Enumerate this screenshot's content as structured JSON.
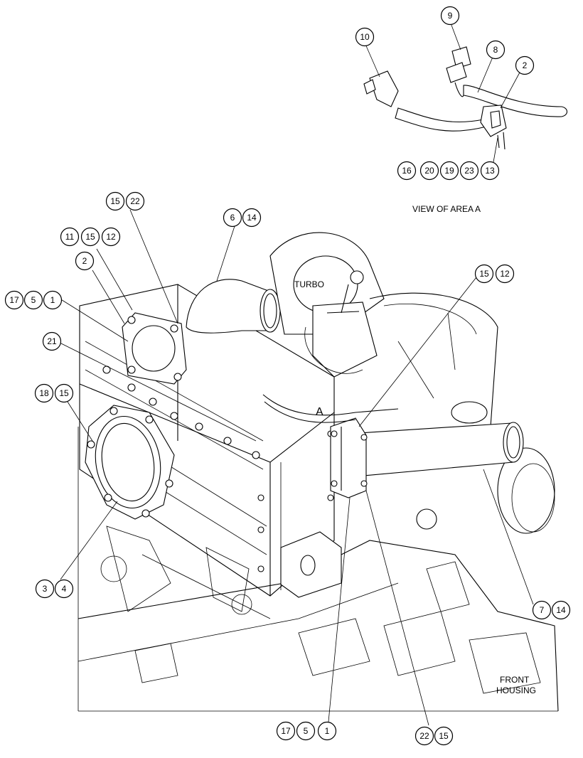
{
  "labels": {
    "view_of_area": "VIEW OF AREA  A",
    "turbo": "TURBO",
    "area_marker": "A",
    "front_housing_line1": "FRONT",
    "front_housing_line2": "HOUSING"
  },
  "callouts": [
    {
      "id": "c9",
      "text": "9"
    },
    {
      "id": "c10",
      "text": "10"
    },
    {
      "id": "c8",
      "text": "8"
    },
    {
      "id": "c2a",
      "text": "2"
    },
    {
      "id": "c16",
      "text": "16"
    },
    {
      "id": "c20",
      "text": "20"
    },
    {
      "id": "c19",
      "text": "19"
    },
    {
      "id": "c23",
      "text": "23"
    },
    {
      "id": "c13",
      "text": "13"
    },
    {
      "id": "c15a",
      "text": "15"
    },
    {
      "id": "c22a",
      "text": "22"
    },
    {
      "id": "c6",
      "text": "6"
    },
    {
      "id": "c14a",
      "text": "14"
    },
    {
      "id": "c11",
      "text": "11"
    },
    {
      "id": "c15b",
      "text": "15"
    },
    {
      "id": "c12a",
      "text": "12"
    },
    {
      "id": "c2b",
      "text": "2"
    },
    {
      "id": "c17a",
      "text": "17"
    },
    {
      "id": "c5a",
      "text": "5"
    },
    {
      "id": "c1a",
      "text": "1"
    },
    {
      "id": "c15c",
      "text": "15"
    },
    {
      "id": "c12b",
      "text": "12"
    },
    {
      "id": "c21",
      "text": "21"
    },
    {
      "id": "c18",
      "text": "18"
    },
    {
      "id": "c15d",
      "text": "15"
    },
    {
      "id": "c3",
      "text": "3"
    },
    {
      "id": "c4",
      "text": "4"
    },
    {
      "id": "c7",
      "text": "7"
    },
    {
      "id": "c14b",
      "text": "14"
    },
    {
      "id": "c17b",
      "text": "17"
    },
    {
      "id": "c5b",
      "text": "5"
    },
    {
      "id": "c1b",
      "text": "1"
    },
    {
      "id": "c22b",
      "text": "22"
    },
    {
      "id": "c15e",
      "text": "15"
    }
  ]
}
